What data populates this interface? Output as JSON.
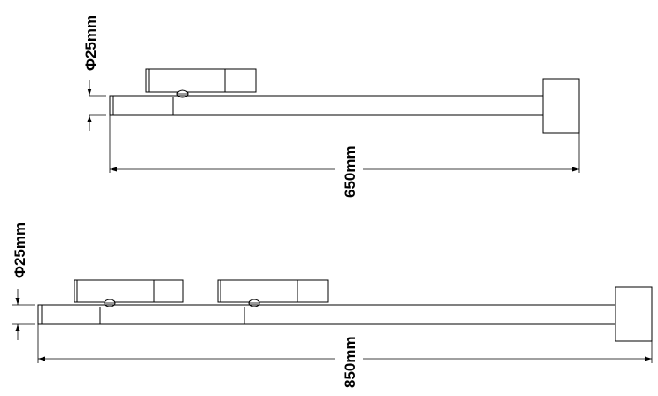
{
  "top_fixture": {
    "diameter_label": "Φ25mm",
    "length_label": "650mm"
  },
  "bottom_fixture": {
    "diameter_label": "Φ25mm",
    "length_label": "850mm"
  }
}
